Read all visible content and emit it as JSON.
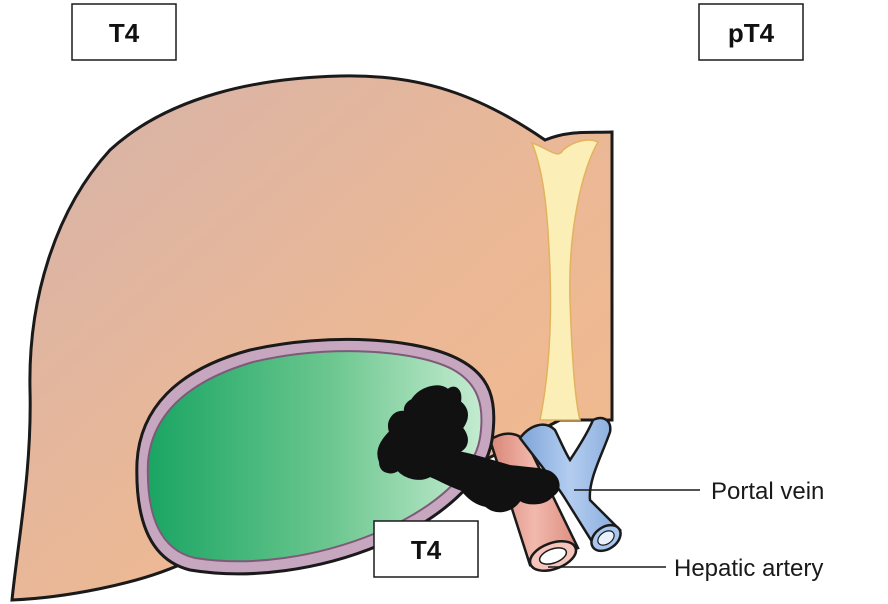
{
  "stage_labels": {
    "top_left": "T4",
    "top_right": "pT4",
    "bottom": "T4"
  },
  "callouts": {
    "portal_vein": "Portal vein",
    "hepatic_artery": "Hepatic artery"
  },
  "colors": {
    "liver_fill_light": "#d9b6a8",
    "liver_fill_warm": "#f1b98f",
    "ligament": "#fbeeb8",
    "gallbladder_dark": "#1ea866",
    "gallbladder_light": "#bfe8cc",
    "gallbladder_wall": "#9c6f92",
    "tumor": "#111111",
    "portal_vein": "#9bbde6",
    "hepatic_artery": "#e7a49a",
    "outline": "#1a1a1a"
  }
}
